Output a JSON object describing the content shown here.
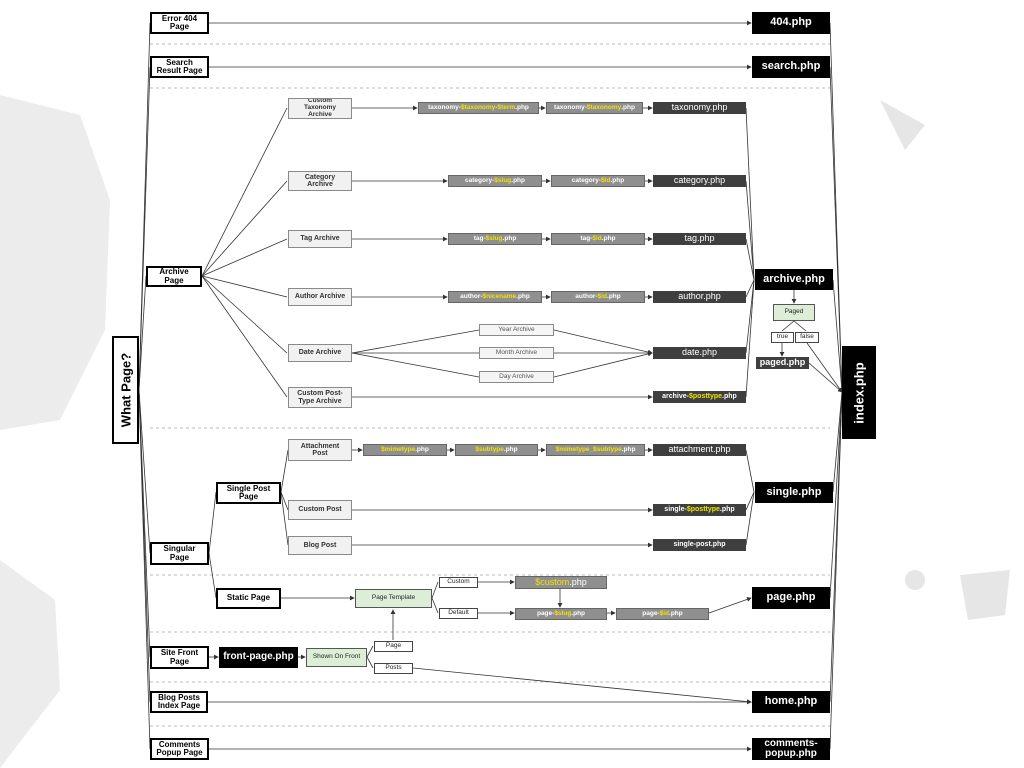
{
  "root": "What Page?",
  "index": "index.php",
  "types": {
    "e404": "Error 404\nPage",
    "search": "Search\nResult Page",
    "archive": "Archive\nPage",
    "singular": "Singular\nPage",
    "single_post": "Single Post\nPage",
    "static": "Static Page",
    "front": "Site Front\nPage",
    "blog": "Blog Posts\nIndex Page",
    "comments": "Comments\nPopup Page"
  },
  "archives": {
    "tax": "Custom\nTaxonomy\nArchive",
    "cat": "Category\nArchive",
    "tag": "Tag Archive",
    "author": "Author Archive",
    "date": "Date Archive",
    "pt": "Custom Post-\nType Archive",
    "year": "Year Archive",
    "month": "Month Archive",
    "day": "Day Archive"
  },
  "singles": {
    "attach": "Attachment\nPost",
    "custom": "Custom Post",
    "blog": "Blog Post"
  },
  "static_flow": {
    "page_template": "Page Template",
    "custom": "Custom",
    "default": "Default"
  },
  "front_flow": {
    "shown": "Shown On Front",
    "page": "Page",
    "posts": "Posts"
  },
  "paged_flow": {
    "paged": "Paged",
    "true": "true",
    "false": "false"
  },
  "templates": {
    "tax1": [
      "taxonomy-",
      "$taxonomy",
      "-",
      "$term",
      ".php"
    ],
    "tax2": [
      "taxonomy-",
      "$taxonomy",
      ".php"
    ],
    "tax3": "taxonomy.php",
    "cat1": [
      "category-",
      "$slug",
      ".php"
    ],
    "cat2": [
      "category-",
      "$id",
      ".php"
    ],
    "cat3": "category.php",
    "tag1": [
      "tag-",
      "$slug",
      ".php"
    ],
    "tag2": [
      "tag-",
      "$id",
      ".php"
    ],
    "tag3": "tag.php",
    "au1": [
      "author-",
      "$nicename",
      ".php"
    ],
    "au2": [
      "author-",
      "$id",
      ".php"
    ],
    "au3": "author.php",
    "date": "date.php",
    "arch_pt": [
      "archive-",
      "$posttype",
      ".php"
    ],
    "mime1": [
      "",
      "$mimetype",
      ".php"
    ],
    "mime2": [
      "",
      "$subtype",
      ".php"
    ],
    "mime3": [
      "",
      "$mimetype_$subtype",
      ".php"
    ],
    "attach": "attachment.php",
    "single_pt": [
      "single-",
      "$posttype",
      ".php"
    ],
    "single_post": "single-post.php",
    "custom_tpl": [
      "",
      "$custom",
      ".php"
    ],
    "page_slug": [
      "page-",
      "$slug",
      ".php"
    ],
    "page_id": [
      "page-",
      "$id",
      ".php"
    ],
    "front_page": "front-page.php"
  },
  "final": {
    "p404": "404.php",
    "search": "search.php",
    "archive": "archive.php",
    "paged": "paged.php",
    "single": "single.php",
    "page": "page.php",
    "home": "home.php",
    "comments": "comments-\npopup.php"
  },
  "colors": {
    "highlight": "#f2e200",
    "dark": "#3f3f3f",
    "mid": "#8f8f8f",
    "green": "#dcefd6"
  }
}
